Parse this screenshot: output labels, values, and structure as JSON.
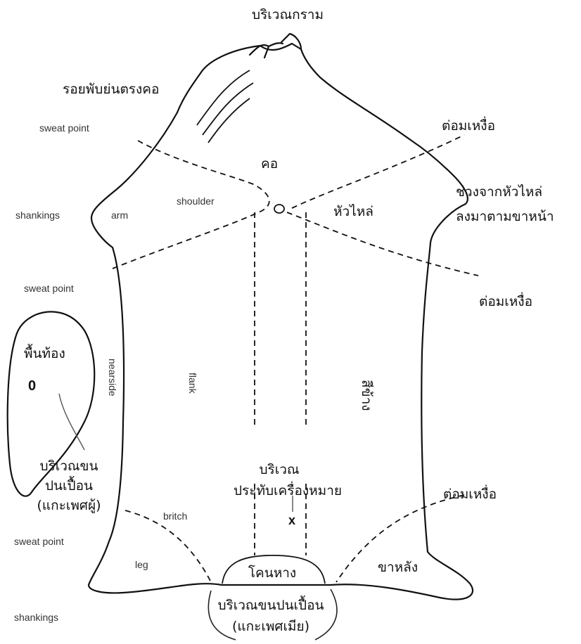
{
  "labels_th": {
    "jaw_area": "บริเวณกราม",
    "neck_wrinkles": "รอยพับย่นตรงคอ",
    "sweat_gland_top": "ต่อมเหงื่อ",
    "neck": "คอ",
    "shoulder_range_line1": "ช่วงจากหัวไหล่",
    "shoulder_range_line2": "ลงมาตามขาหน้า",
    "shoulder": "หัวไหล่",
    "sweat_gland_mid": "ต่อมเหงื่อ",
    "belly": "พื้นท้อง",
    "side": "สีข้าง",
    "stained_wool_male_line1": "บริเวณขน",
    "stained_wool_male_line2": "ปนเปื้อน",
    "stained_wool_male_line3": "(แกะเพศผู้)",
    "brand_area_line1": "บริเวณ",
    "brand_area_line2": "ประทับเครื่องหมาย",
    "sweat_gland_bottom": "ต่อมเหงื่อ",
    "tail_base": "โคนหาง",
    "hind_leg": "ขาหลัง",
    "stained_wool_female_line1": "บริเวณขนปนเปื้อน",
    "stained_wool_female_line2": "(แกะเพศเมีย)"
  },
  "labels_en": {
    "sweat_point_1": "sweat point",
    "shankings_1": "shankings",
    "arm": "arm",
    "shoulder": "shoulder",
    "sweat_point_2": "sweat point",
    "nearside": "nearside",
    "flank": "flank",
    "britch": "britch",
    "sweat_point_3": "sweat point",
    "leg": "leg",
    "shankings_2": "shankings"
  },
  "marks": {
    "brand_mark": "x",
    "male_stain_mark": "0",
    "center_mark": "o"
  },
  "colors": {
    "ink": "#111111",
    "faded_ink": "#555555",
    "background": "#ffffff"
  }
}
